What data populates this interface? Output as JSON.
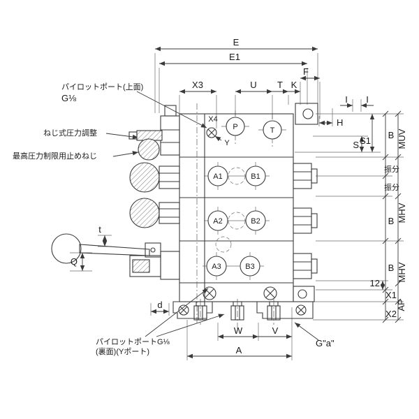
{
  "figure": {
    "type": "technical-drawing",
    "subject": "multi-section hydraulic control valve, front view with dimensions",
    "colors": {
      "background": "#ffffff",
      "line": "#3a3a3a",
      "text": "#1a1a1a"
    }
  },
  "callouts": {
    "pilot_port_top_line1": "パイロットポート(上面)",
    "pilot_port_top_line2": "G⅛",
    "screw_pressure_adjust": "ねじ式圧力調整",
    "max_pressure_limit_screw": "最高圧力制限用止めねじ",
    "pilot_port_back_line1": "パイロットポートG⅛",
    "pilot_port_back_line2": "(裏面)(Yポート)",
    "g_a_port": "G\"a\""
  },
  "ports": {
    "p": "P",
    "t": "T",
    "x4": "X4",
    "y": "Y",
    "a1": "A1",
    "b1": "B1",
    "a2": "A2",
    "b2": "B2",
    "a3": "A3",
    "b3": "B3"
  },
  "dims_top": {
    "e": "E",
    "e1": "E1",
    "f": "F",
    "x3": "X3",
    "u": "U",
    "t": "T",
    "k": "K"
  },
  "dims_right": {
    "h": "H",
    "i_left": "I",
    "i_right": "I",
    "s1": "S1",
    "s": "S",
    "b_top": "B",
    "b_mid": "B",
    "b_bot": "B",
    "muv": "MUV",
    "mhv_mid": "MHV",
    "mhv_bot": "MHV",
    "furiwake_top": "振分",
    "furiwake_bot": "振分",
    "n12": "12",
    "x1": "X1",
    "ap": "AP",
    "x2": "X2"
  },
  "dims_bottom": {
    "w": "W",
    "v": "V",
    "a": "A"
  },
  "dims_left": {
    "q": "Q",
    "t": "t",
    "d": "d"
  }
}
